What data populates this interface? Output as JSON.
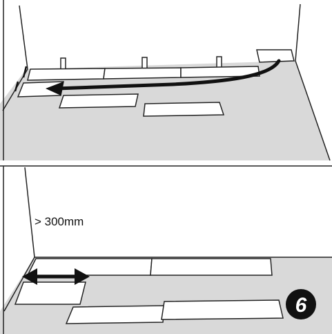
{
  "top_panel": {
    "description_key": "move-last-board-to-start"
  },
  "bottom_panel": {
    "offset_label": "> 300mm",
    "step_badge": "6"
  },
  "colors": {
    "floor": "#d9d9d9",
    "board": "#ffffff",
    "line": "#222222",
    "badge": "#111111"
  }
}
